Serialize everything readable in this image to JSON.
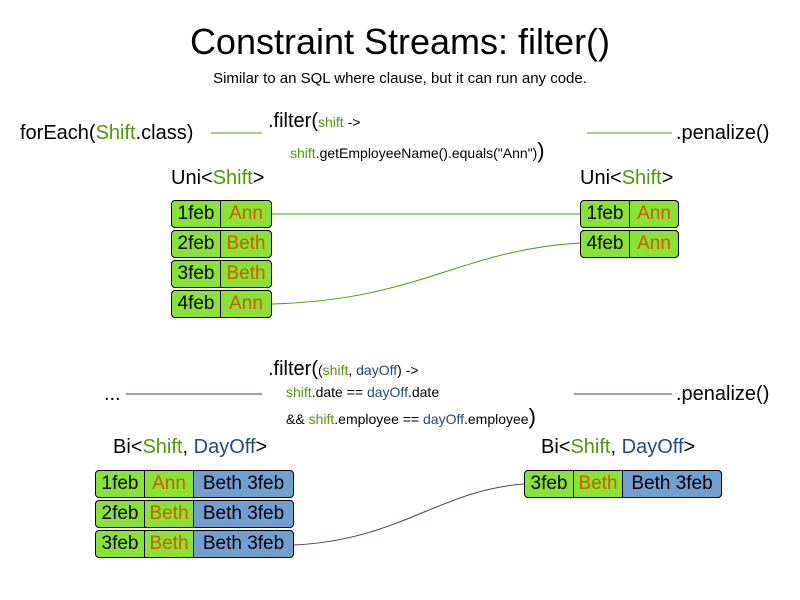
{
  "title": "Constraint Streams: filter()",
  "subtitle": "Similar to an SQL where clause, but it can run any code.",
  "colors": {
    "shift_green": "#4e9a06",
    "dayoff_blue": "#204a87",
    "name_orange": "#ce5c00",
    "shift_cell": "#8ae234",
    "dayoff_cell": "#729fcf",
    "uni_link": "#4e9a06",
    "bi_link": "#5c3566"
  },
  "uni": {
    "source": {
      "prefix": "forEach(",
      "shift": "Shift",
      "suffix": ".class)"
    },
    "filter": {
      "head": ".filter(",
      "param": "shift",
      "arrow": " ->",
      "body_var": "shift",
      "body_rest": ".getEmployeeName().equals(\"Ann\")",
      "close": ")"
    },
    "penalize": ".penalize()",
    "left_label": {
      "prefix": "Uni<",
      "type": "Shift",
      "suffix": ">"
    },
    "right_label": {
      "prefix": "Uni<",
      "type": "Shift",
      "suffix": ">"
    },
    "left_rows": [
      {
        "date": "1feb",
        "name": "Ann"
      },
      {
        "date": "2feb",
        "name": "Beth"
      },
      {
        "date": "3feb",
        "name": "Beth"
      },
      {
        "date": "4feb",
        "name": "Ann"
      }
    ],
    "right_rows": [
      {
        "date": "1feb",
        "name": "Ann"
      },
      {
        "date": "4feb",
        "name": "Ann"
      }
    ]
  },
  "bi": {
    "source": "...",
    "filter": {
      "head": ".filter(",
      "open": "(",
      "param1": "shift",
      "comma": ", ",
      "param2": "dayOff",
      "arrow": ") ->",
      "line2_var1": "shift",
      "line2_mid": ".date == ",
      "line2_var2": "dayOff",
      "line2_end": ".date",
      "line3_pre": "&& ",
      "line3_var1": "shift",
      "line3_mid": ".employee == ",
      "line3_var2": "dayOff",
      "line3_end": ".employee",
      "close": ")"
    },
    "penalize": ".penalize()",
    "left_label": {
      "prefix": "Bi<",
      "type1": "Shift",
      "sep": ", ",
      "type2": "DayOff",
      "suffix": ">"
    },
    "right_label": {
      "prefix": "Bi<",
      "type1": "Shift",
      "sep": ", ",
      "type2": "DayOff",
      "suffix": ">"
    },
    "left_rows": [
      {
        "date": "1feb",
        "name": "Ann",
        "dayoff": "Beth 3feb"
      },
      {
        "date": "2feb",
        "name": "Beth",
        "dayoff": "Beth 3feb"
      },
      {
        "date": "3feb",
        "name": "Beth",
        "dayoff": "Beth 3feb"
      }
    ],
    "right_rows": [
      {
        "date": "3feb",
        "name": "Beth",
        "dayoff": "Beth 3feb"
      }
    ]
  }
}
